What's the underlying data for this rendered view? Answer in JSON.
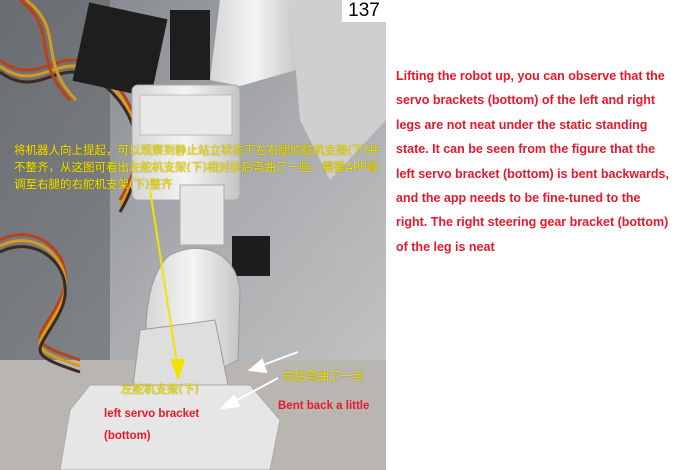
{
  "page_number": "137",
  "description": "Lifting the robot up, you can observe that the servo brackets (bottom) of the left and right legs are not neat under the static standing state. It can be seen from the figure that the left servo bracket (bottom) is bent backwards, and the app needs to be fine-tuned to the right. The right steering gear bracket (bottom) of the leg is neat",
  "photo": {
    "overlay_text_cn": "将机器人向上提起，可以观察到静止站立状态下左右腿的舵机支架(下)并不整齐，从这图可看出左舵机支架(下)相对往后弯曲了一些，需要APP微调至右腿的右舵机支架(下)整齐",
    "label_bracket_cn": "左舵机支架(下)",
    "label_bracket_en": "left servo bracket (bottom)",
    "label_bent_cn": "向后弯曲了一点",
    "label_bent_en": "Bent back a little"
  },
  "colors": {
    "annotation_yellow": "#f3e300",
    "annotation_red": "#e8182a",
    "arrow_white": "#ffffff"
  }
}
